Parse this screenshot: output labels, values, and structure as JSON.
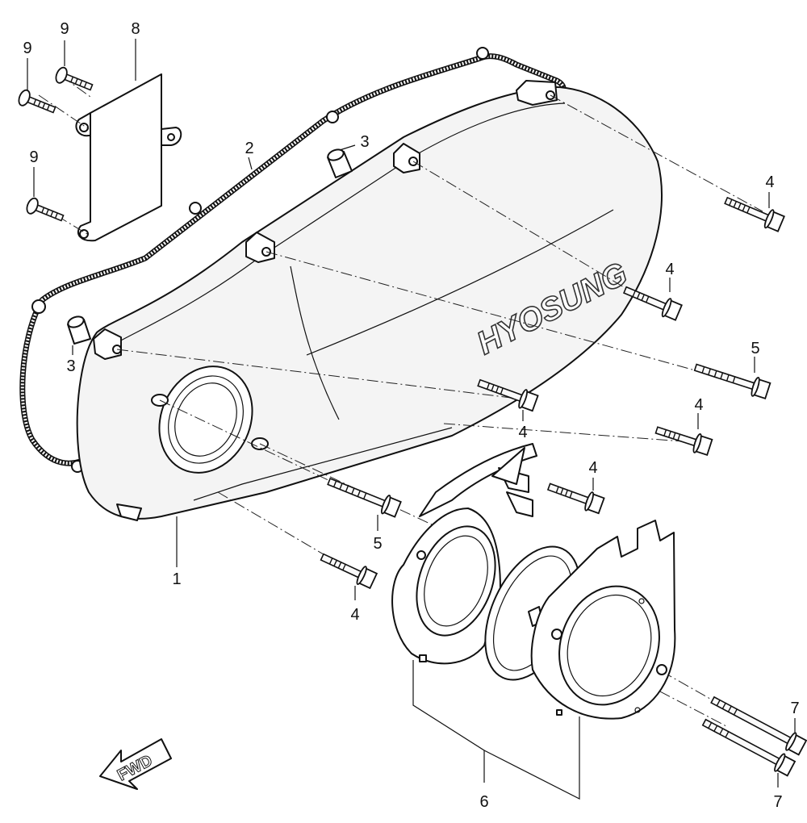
{
  "callouts": {
    "c1": "1",
    "c2": "2",
    "c3a": "3",
    "c3b": "3",
    "c4a": "4",
    "c4b": "4",
    "c4c": "4",
    "c4d": "4",
    "c4e": "4",
    "c4f": "4",
    "c5a": "5",
    "c5b": "5",
    "c6": "6",
    "c7a": "7",
    "c7b": "7",
    "c8": "8",
    "c9a": "9",
    "c9b": "9",
    "c9c": "9"
  },
  "cover_brand": "HYOSUNG",
  "direction_label": "FWD"
}
